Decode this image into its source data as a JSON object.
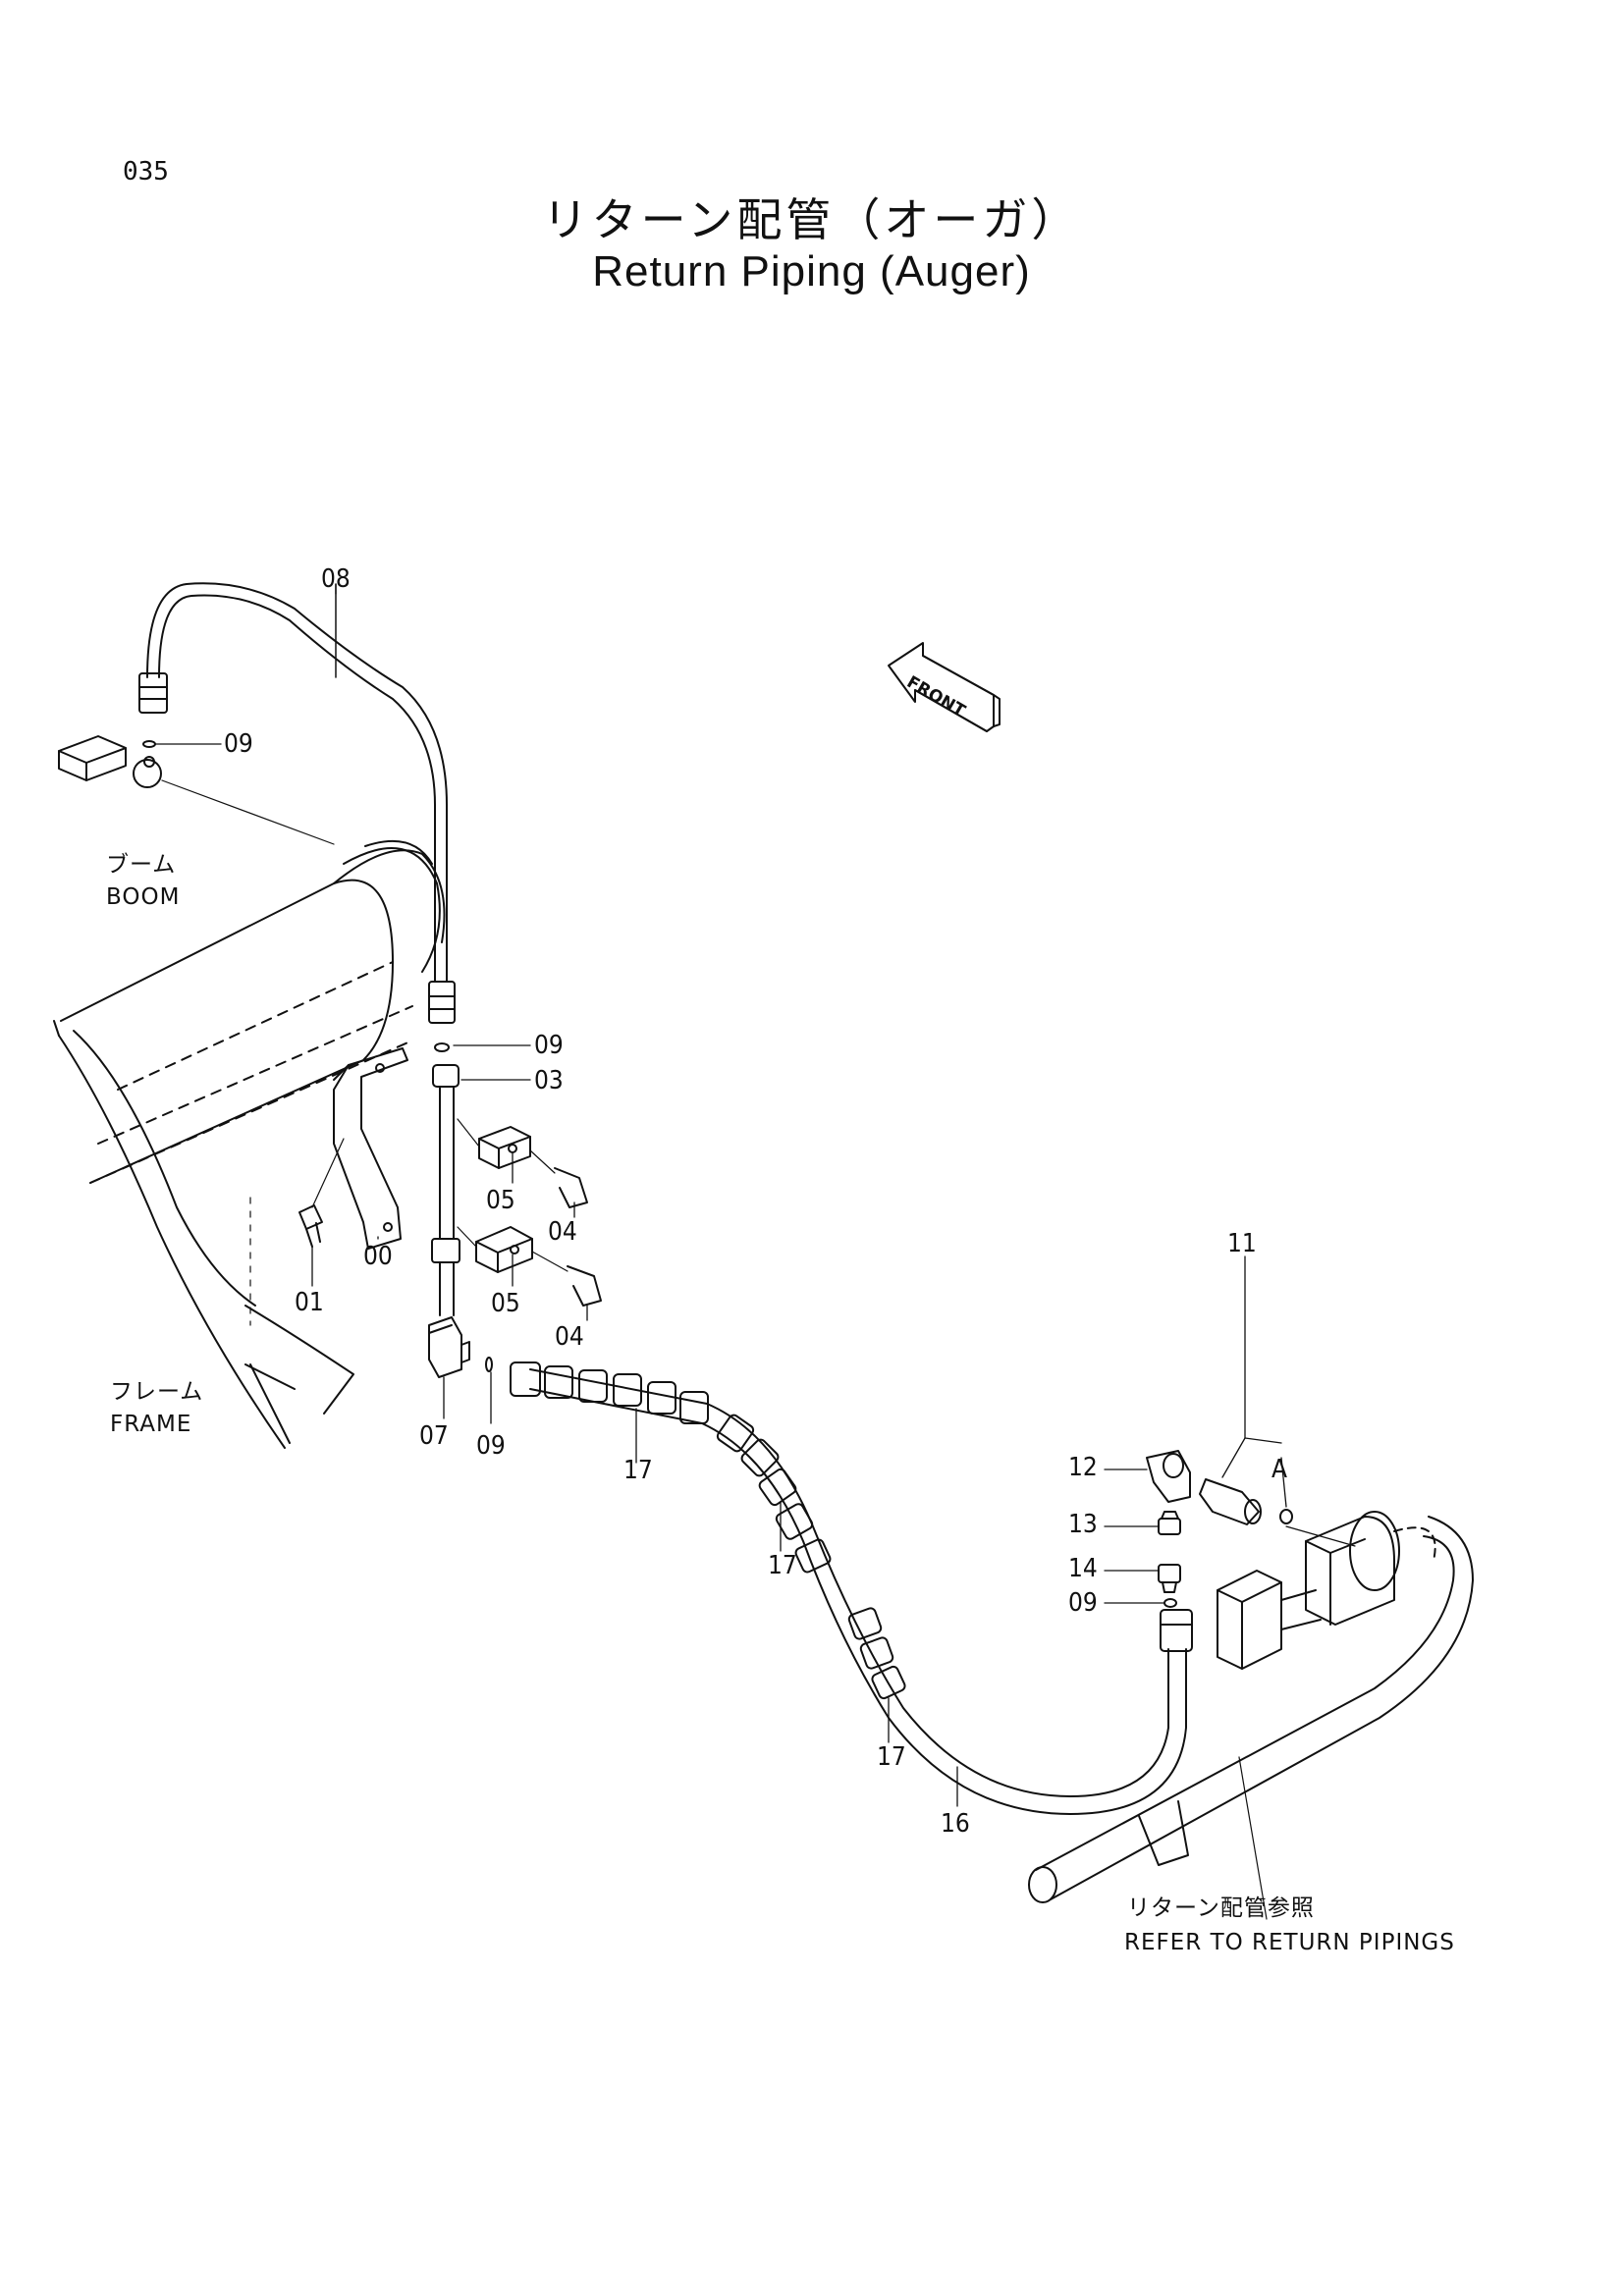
{
  "page_number": "035",
  "title_jp": "リターン配管（オーガ）",
  "title_en": "Return Piping (Auger)",
  "front_label": "FRONT",
  "areas": {
    "boom_jp": "ブーム",
    "boom_en": "BOOM",
    "frame_jp": "フレーム",
    "frame_en": "FRAME",
    "refer_jp": "リターン配管参照",
    "refer_en": "REFER TO RETURN PIPINGS"
  },
  "callouts": {
    "p08": "08",
    "p09_a": "09",
    "p09_b": "09",
    "p03": "03",
    "p05_a": "05",
    "p04_a": "04",
    "p00": "00",
    "p01": "01",
    "p05_b": "05",
    "p04_b": "04",
    "p07": "07",
    "p09_c": "09",
    "p17_a": "17",
    "p17_b": "17",
    "p17_c": "17",
    "p16": "16",
    "p11": "11",
    "pA": "A",
    "p12": "12",
    "p13": "13",
    "p14": "14",
    "p09_d": "09"
  },
  "colors": {
    "ink": "#111111",
    "paper": "#ffffff"
  }
}
